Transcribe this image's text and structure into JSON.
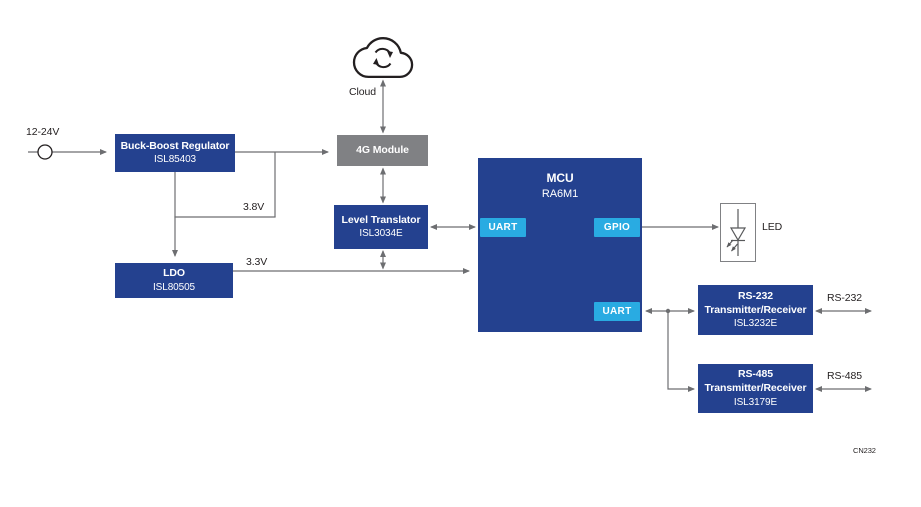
{
  "labels": {
    "input_voltage": "12-24V",
    "cloud": "Cloud",
    "rail_38": "3.8V",
    "rail_33": "3.3V",
    "led": "LED",
    "rs232_port": "RS-232",
    "rs485_port": "RS-485",
    "corner_note": "CN232"
  },
  "blocks": {
    "buck_boost": {
      "name": "Buck-Boost Regulator",
      "part": "ISL85403"
    },
    "module_4g": {
      "name": "4G Module"
    },
    "level_translator": {
      "name": "Level Translator",
      "part": "ISL3034E"
    },
    "ldo": {
      "name": "LDO",
      "part": "ISL80505"
    },
    "mcu": {
      "name": "MCU",
      "part": "RA6M1"
    },
    "rs232": {
      "name": "RS-232",
      "name2": "Transmitter/Receiver",
      "part": "ISL3232E"
    },
    "rs485": {
      "name": "RS-485",
      "name2": "Transmitter/Receiver",
      "part": "ISL3179E"
    }
  },
  "ports": {
    "uart_top": "UART",
    "gpio": "GPIO",
    "uart_bottom": "UART"
  },
  "icons": {
    "cloud": "cloud-sync-icon",
    "power_source": "power-source-icon",
    "led": "led-diode-icon"
  },
  "colors": {
    "block_blue": "#24418F",
    "block_gray": "#808184",
    "port_cyan": "#29ABE2",
    "wire_gray": "#6D6E71",
    "text_dark": "#231F20"
  }
}
